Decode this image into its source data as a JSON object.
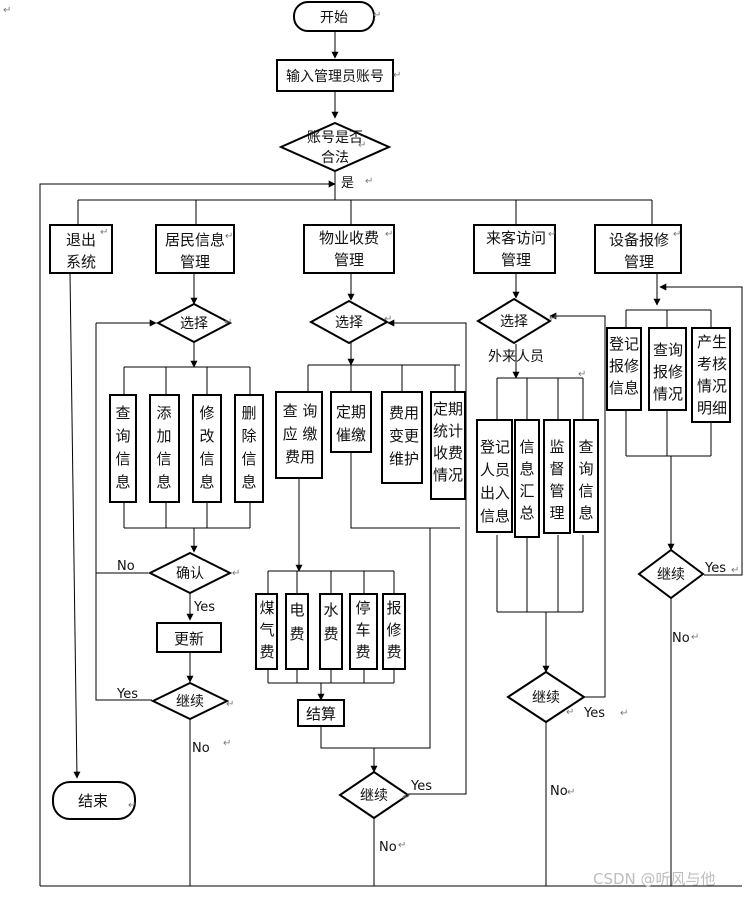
{
  "nodes": {
    "start": "开始",
    "input_admin": "输入管理员账号",
    "check_account": [
      "账号是否",
      "合法"
    ],
    "exit_system": [
      "退出",
      "系统"
    ],
    "resident_info": [
      "居民信息",
      "管理"
    ],
    "property_fee": [
      "物业收费",
      "管理"
    ],
    "visitor": [
      "来客访问",
      "管理"
    ],
    "repair": [
      "设备报修",
      "管理"
    ],
    "res_select": "选择",
    "res_query": [
      "查",
      "询",
      "信",
      "息"
    ],
    "res_add": [
      "添",
      "加",
      "信",
      "息"
    ],
    "res_modify": [
      "修",
      "改",
      "信",
      "息"
    ],
    "res_delete": [
      "删",
      "除",
      "信",
      "息"
    ],
    "res_confirm": "确认",
    "res_update": "更新",
    "res_continue": "继续",
    "fee_select": "选择",
    "fee_query_due": [
      "查 询",
      "应 缴",
      "费用"
    ],
    "fee_remind": [
      "定期",
      "催缴"
    ],
    "fee_change": [
      "费用",
      "变更",
      "维护"
    ],
    "fee_stats": [
      "定期",
      "统计",
      "收费",
      "情况"
    ],
    "fee_gas": [
      "煤",
      "气",
      "费"
    ],
    "fee_elec": [
      "电",
      "费"
    ],
    "fee_water": [
      "水",
      "费"
    ],
    "fee_parking": [
      "停",
      "车",
      "费"
    ],
    "fee_repair": [
      "报",
      "修",
      "费"
    ],
    "fee_settle": "结算",
    "fee_continue": "继续",
    "vis_select": "选择",
    "vis_outsider": "外来人员",
    "vis_register": [
      "登记",
      "人员",
      "出入",
      "信息"
    ],
    "vis_summary": [
      "信",
      "息",
      "汇",
      "总"
    ],
    "vis_supervise": [
      "监",
      "督",
      "管",
      "理"
    ],
    "vis_query": [
      "查",
      "询",
      "信",
      "息"
    ],
    "vis_continue": "继续",
    "rep_register": [
      "登记",
      "报修",
      "信息"
    ],
    "rep_query": [
      "查询",
      "报修",
      "情况"
    ],
    "rep_review": [
      "产生",
      "考核",
      "情况",
      "明细"
    ],
    "rep_continue": "继续",
    "end": "结束"
  },
  "labels": {
    "yes_main": "是",
    "res_no": "No",
    "res_yes": "Yes",
    "res_loop_yes": "Yes",
    "res_loop_no": "No",
    "fee_yes": "Yes",
    "fee_no": "No",
    "vis_yes": "Yes",
    "vis_no": "No",
    "rep_yes": "Yes",
    "rep_no": "No"
  },
  "watermark": "CSDN @听风与他"
}
